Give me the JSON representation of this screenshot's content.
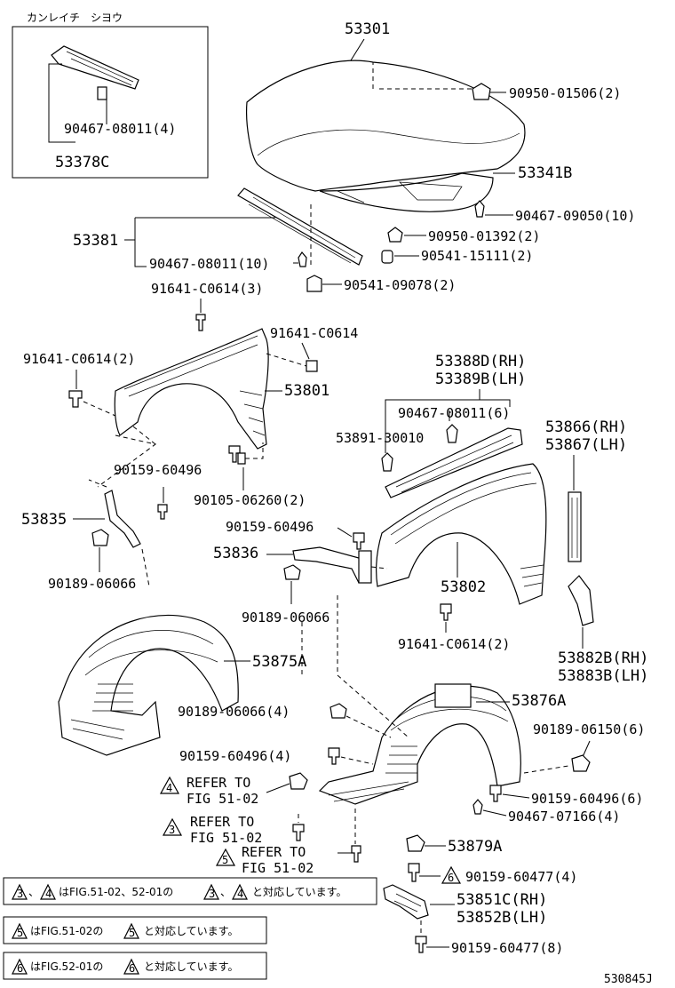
{
  "inset": {
    "title": "カンレイチ　シヨウ",
    "bolt": "90467-08011(4)",
    "part": "53378C"
  },
  "labels": {
    "hood": "53301",
    "clip_90950_01506": "90950-01506(2)",
    "hood_insulator": "53341B",
    "clip_90467_09050": "90467-09050(10)",
    "clip_90950_01392": "90950-01392(2)",
    "cushion_90541_15111": "90541-15111(2)",
    "seal_53381": "53381",
    "clip_90467_08011_10": "90467-08011(10)",
    "cushion_90541_09078": "90541-09078(2)",
    "bolt_91641_3": "91641-C0614(3)",
    "bolt_91641_single": "91641-C0614",
    "bolt_91641_2_left": "91641-C0614(2)",
    "fender_lh": "53801",
    "bolt_90159_60496_left": "90159-60496",
    "bolt_90105_06260": "90105-06260(2)",
    "bracket_53835": "53835",
    "nut_90189_06066_left": "90189-06066",
    "moulding_rh": "53388D(RH)",
    "moulding_lh": "53389B(LH)",
    "clip_90467_08011_6": "90467-08011(6)",
    "clip_53891": "53891-30010",
    "pad_53866": "53866(RH)",
    "pad_53867": "53867(LH)",
    "bolt_90159_60496_mid": "90159-60496",
    "bracket_53836": "53836",
    "fender_rh": "53802",
    "nut_90189_06066_mid": "90189-06066",
    "bolt_91641_2_mid": "91641-C0614(2)",
    "seal_53882": "53882B(RH)",
    "seal_53883": "53883B(LH)",
    "liner_53875": "53875A",
    "liner_53876": "53876A",
    "nut_90189_06066_4": "90189-06066(4)",
    "nut_90189_06150": "90189-06150(6)",
    "bolt_90159_60496_4": "90159-60496(4)",
    "bolt_90159_60496_6": "90159-60496(6)",
    "ref4_line1": "REFER TO",
    "ref4_line2": "FIG 51-02",
    "clip_90467_07166": "90467-07166(4)",
    "ref3_line1": "REFER TO",
    "ref3_line2": "FIG 51-02",
    "clip_53879": "53879A",
    "ref5_line1": "REFER TO",
    "ref5_line2": "FIG 51-02",
    "screw_90159_60477_4": "90159-60477(4)",
    "shield_53851": "53851C(RH)",
    "shield_53852": "53852B(LH)",
    "screw_90159_60477_8": "90159-60477(8)",
    "callout_4": "4",
    "callout_3": "3",
    "callout_5": "5",
    "callout_6": "6",
    "drawing_no": "530845J"
  },
  "notes": {
    "note1_a": "3",
    "note1_b": "、",
    "note1_c": "4",
    "note1_d": "はFIG.51-02、52-01の",
    "note1_e": "3",
    "note1_f": "、",
    "note1_g": "4",
    "note1_h": "と対応しています。",
    "note2_a": "5",
    "note2_b": "はFIG.51-02の",
    "note2_c": "5",
    "note2_d": "と対応しています。",
    "note3_a": "6",
    "note3_b": "はFIG.52-01の",
    "note3_c": "6",
    "note3_d": "と対応しています。"
  }
}
